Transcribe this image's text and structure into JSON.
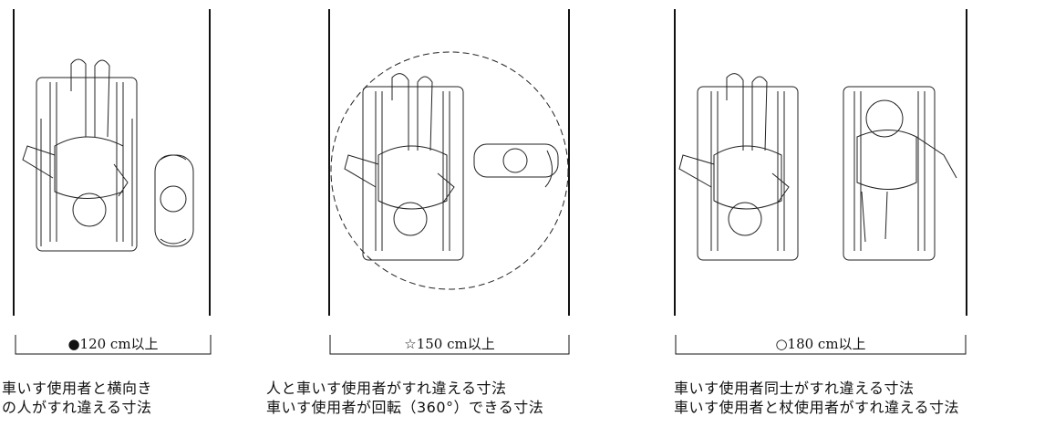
{
  "panels": [
    {
      "dimension_label": "●120 cm以上",
      "caption_lines": [
        "車いす使用者と横向き",
        "の人がすれ違える寸法"
      ]
    },
    {
      "dimension_label": "☆150 cm以上",
      "caption_lines": [
        "人と車いす使用者がすれ違える寸法",
        "車いす使用者が回転（360°）できる寸法"
      ]
    },
    {
      "dimension_label": "○180 cm以上",
      "caption_lines": [
        "車いす使用者同士がすれ違える寸法",
        "車いす使用者と杖使用者がすれ違える寸法"
      ]
    }
  ]
}
